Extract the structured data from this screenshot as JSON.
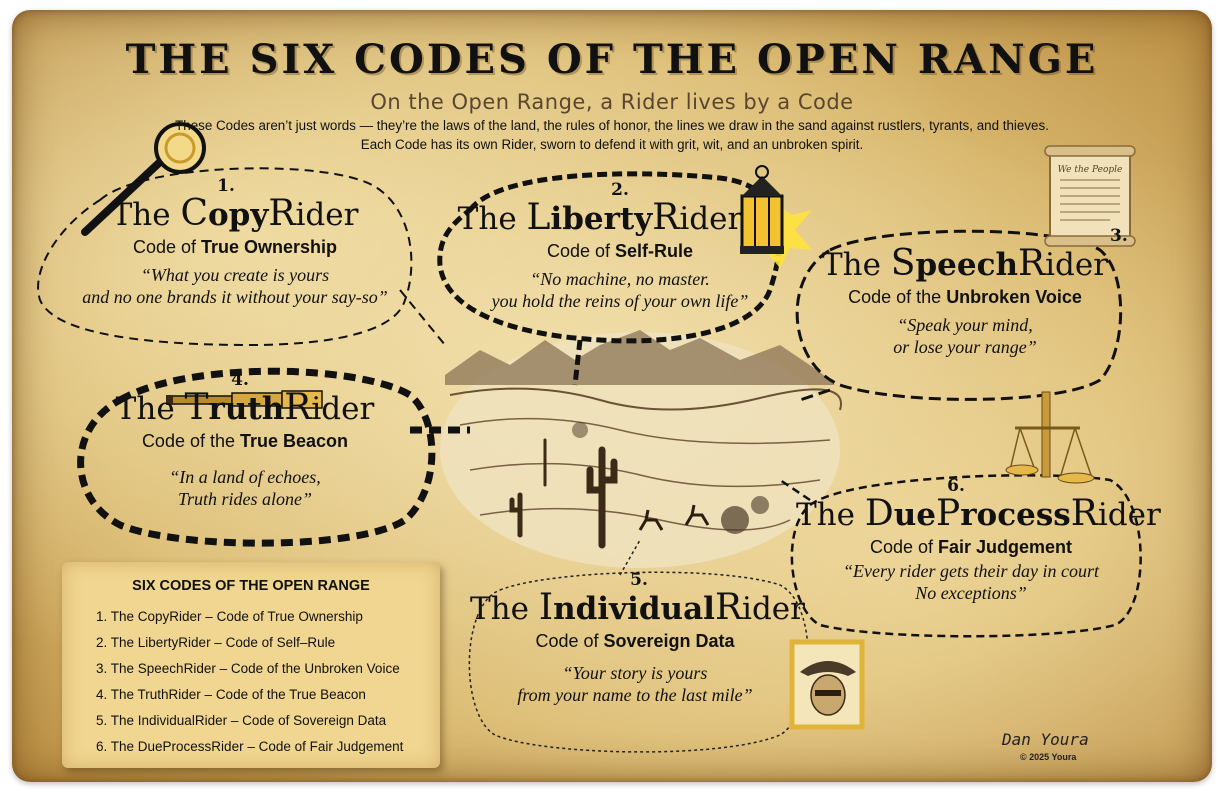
{
  "title": "THE SIX CODES OF THE OPEN RANGE",
  "subtitle": "On the Open Range, a Rider lives by a Code",
  "intro": {
    "line1": "These Codes aren’t just words — they’re the laws of the land, the rules of honor, the lines we draw in the sand against rustlers, tyrants, and thieves.",
    "line2": "Each Code has its own Rider, sworn to defend it with grit, wit, and an unbroken spirit."
  },
  "riders": [
    {
      "number": "1.",
      "name_lead": "The ",
      "name_a": "C",
      "name_b": "opy",
      "name_c": "R",
      "name_d": "ider",
      "code_prefix": "Code of ",
      "code_bold": "True Ownership",
      "quote1": "“What you create is yours",
      "quote2": "and no one brands it without your say-so”"
    },
    {
      "number": "2.",
      "name_lead": "The ",
      "name_a": "L",
      "name_b": "iberty",
      "name_c": "R",
      "name_d": "ider",
      "code_prefix": "Code of ",
      "code_bold": "Self-Rule",
      "quote1": "“No machine, no master.",
      "quote2": "you hold the reins of your own life”"
    },
    {
      "number": "3.",
      "name_lead": "The ",
      "name_a": "S",
      "name_b": "peech",
      "name_c": "R",
      "name_d": "ider",
      "code_prefix": "Code of the ",
      "code_bold": "Unbroken Voice",
      "quote1": "“Speak your mind,",
      "quote2": "or lose your range”"
    },
    {
      "number": "4.",
      "name_lead": "The ",
      "name_a": "T",
      "name_b": "ruth",
      "name_c": "R",
      "name_d": "ider",
      "code_prefix": "Code of the ",
      "code_bold": "True Beacon",
      "quote1": "“In a land of echoes,",
      "quote2": "Truth rides alone”"
    },
    {
      "number": "5.",
      "name_lead": "The ",
      "name_a": "I",
      "name_b": "ndividual",
      "name_c": "R",
      "name_d": "ider",
      "code_prefix": "Code of ",
      "code_bold": "Sovereign Data",
      "quote1": "“Your story is yours",
      "quote2": "from your name to the last mile”"
    },
    {
      "number": "6.",
      "name_lead": "The ",
      "name_a": "D",
      "name_b": "ue",
      "name_c": "P",
      "name_d": "rocess",
      "name_e": "R",
      "name_f": "ider",
      "code_prefix": "Code of ",
      "code_bold": "Fair Judgement",
      "quote1": "“Every rider gets their day in court",
      "quote2": "No exceptions”"
    }
  ],
  "legend": {
    "title": "SIX CODES OF THE OPEN RANGE",
    "items": [
      "1. The CopyRider – Code of True Ownership",
      "2. The LibertyRider – Code of Self–Rule",
      "3. The SpeechRider – Code of the Unbroken Voice",
      "4. The TruthRider – Code of the True Beacon",
      "5. The IndividualRider – Code of Sovereign Data",
      "6. The DueProcessRider – Code of Fair Judgement"
    ]
  },
  "constitution_text": "We the People",
  "signature": "Dan Youra",
  "copyright": "© 2025 Youra",
  "colors": {
    "parchment": "#d9b86e",
    "ink": "#111111",
    "subtitle": "#5a4630",
    "gold": "#e0b43a"
  }
}
